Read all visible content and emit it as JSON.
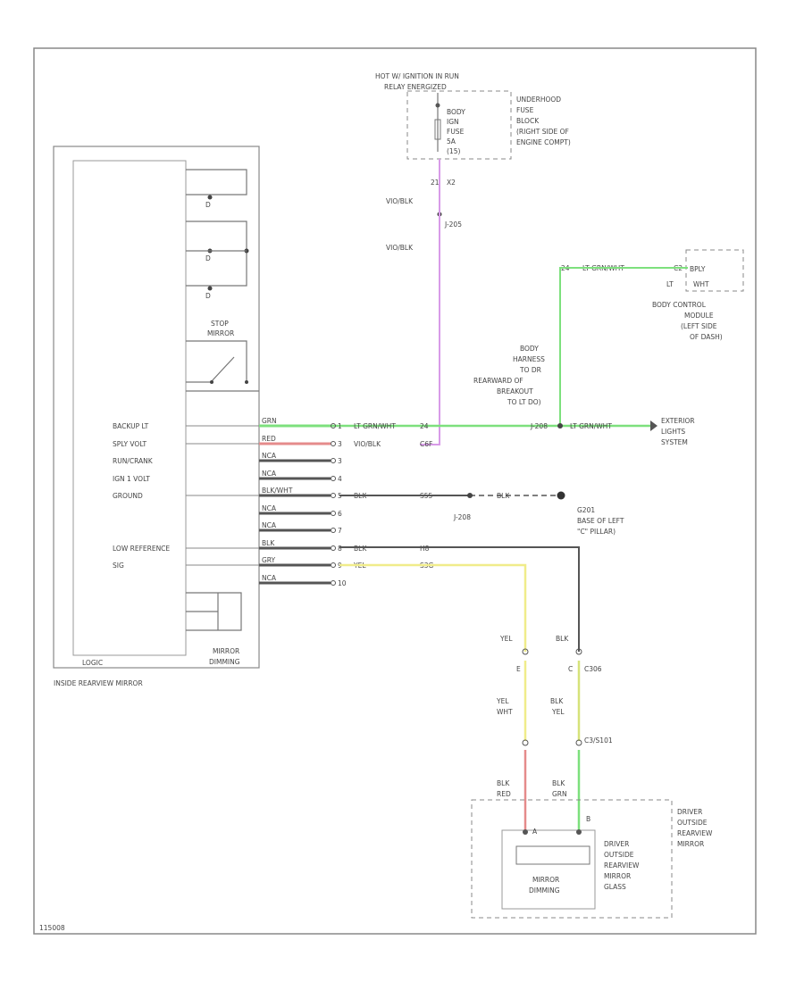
{
  "top_supply": {
    "hot_label_1": "HOT W/ IGNITION IN RUN",
    "hot_label_2": "RELAY ENERGIZED",
    "fuse_label_1": "BODY",
    "fuse_label_2": "IGN",
    "fuse_label_3": "FUSE",
    "fuse_label_4": "5A",
    "fuse_label_5": "(15)",
    "fuse_block_1": "UNDERHOOD",
    "fuse_block_2": "FUSE",
    "fuse_block_3": "BLOCK",
    "fuse_block_4": "(RIGHT SIDE OF",
    "fuse_block_5": "ENGINE COMPT)",
    "pin_left": "21",
    "pin_right": "X2",
    "wire_1": "VIO/BLK",
    "splice": "J-205",
    "wire_2": "VIO/BLK"
  },
  "bcm": {
    "pin": "24",
    "wire": "LT GRN/WHT",
    "conn": "C2",
    "label_1": "BPLY",
    "label_2": "LT",
    "label_3": "WHT",
    "desc_1": "BODY CONTROL",
    "desc_2": "MODULE",
    "desc_3": "(LEFT SIDE",
    "desc_4": "OF DASH)"
  },
  "harness": {
    "line_1": "BODY",
    "line_2": "HARNESS",
    "line_3": "TO DR",
    "line_4": "REARWARD OF",
    "line_5": "BREAKOUT",
    "line_6": "TO LT DO)"
  },
  "exterior": {
    "splice": "J-208",
    "wire": "LT GRN/WHT",
    "line_1": "EXTERIOR",
    "line_2": "LIGHTS",
    "line_3": "SYSTEM"
  },
  "inside_mirror": {
    "name": "INSIDE REARVIEW MIRROR",
    "stop_label_1": "STOP",
    "stop_label_2": "MIRROR",
    "pin_d1": "D",
    "pin_d2": "D",
    "pin_d3": "D",
    "bottom_left": "LOGIC",
    "dimming_1": "MIRROR",
    "dimming_2": "DIMMING",
    "rows": [
      {
        "label": "BACKUP LT",
        "wire": "GRN",
        "pin": "1",
        "far": "LT GRN/WHT",
        "pin2": "24"
      },
      {
        "label": "SPLY VOLT",
        "wire": "RED",
        "pin": "3",
        "far": "VIO/BLK",
        "pin2": "C6F"
      },
      {
        "label": "RUN/CRANK",
        "wire": "NCA",
        "pin": "3",
        "far": "",
        "pin2": ""
      },
      {
        "label": "IGN 1 VOLT",
        "wire": "NCA",
        "pin": "4",
        "far": "",
        "pin2": ""
      },
      {
        "label": "GROUND",
        "wire": "BLK/WHT",
        "pin": "5",
        "far": "BLK",
        "pin2": "S55"
      },
      {
        "label": "",
        "wire": "NCA",
        "pin": "6",
        "far": "",
        "pin2": ""
      },
      {
        "label": "",
        "wire": "NCA",
        "pin": "7",
        "far": "",
        "pin2": ""
      },
      {
        "label": "LOW REFERENCE",
        "wire": "BLK",
        "pin": "8",
        "far": "BLK",
        "pin2": "H8"
      },
      {
        "label": "SIG",
        "wire": "GRY",
        "pin": "9",
        "far": "YEL",
        "pin2": "S3G"
      },
      {
        "label": "",
        "wire": "NCA",
        "pin": "10",
        "far": "",
        "pin2": ""
      }
    ]
  },
  "ground": {
    "wire": "BLK",
    "splice": "J-208",
    "g_id": "G201",
    "desc_1": "BASE OF LEFT",
    "desc_2": "\"C\" PILLAR)"
  },
  "driver_side": {
    "top_left_wire": "YEL",
    "top_right_wire": "BLK",
    "pin_l": "E",
    "pin_r": "C",
    "conn_top": "C306",
    "mid_left_1": "YEL",
    "mid_left_2": "WHT",
    "mid_right_1": "BLK",
    "mid_right_2": "YEL",
    "conn_mid": "C3/S101",
    "low_left_1": "BLK",
    "low_left_2": "RED",
    "low_right_1": "BLK",
    "low_right_2": "GRN",
    "pin_a": "A",
    "pin_b": "B",
    "outer_1": "DRIVER",
    "outer_2": "OUTSIDE",
    "outer_3": "REARVIEW",
    "outer_4": "MIRROR",
    "inner_1": "DRIVER",
    "inner_2": "OUTSIDE",
    "inner_3": "REARVIEW",
    "inner_4": "MIRROR",
    "inner_5": "GLASS",
    "dim_1": "MIRROR",
    "dim_2": "DIMMING"
  },
  "footer": {
    "code": "115008"
  },
  "colors": {
    "green": "#7de07d",
    "violet": "#d89be8",
    "red": "#e58b8b",
    "yellow": "#f0ec8a",
    "black": "#555555"
  }
}
